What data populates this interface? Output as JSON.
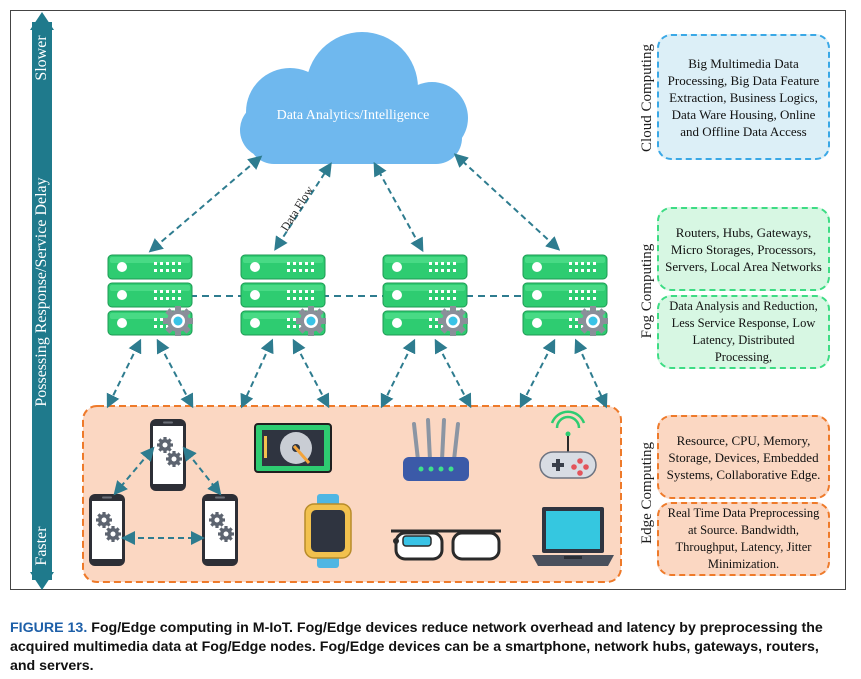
{
  "diagram": {
    "axis": {
      "top_label": "Slower",
      "middle_label": "Possessing Response/Service Delay",
      "bottom_label": "Faster"
    },
    "cloud": {
      "label": "Data Analytics/Intelligence"
    },
    "flow_label": "Data Flow",
    "tiers": {
      "cloud": {
        "label": "Cloud Computing",
        "boxes": [
          "Big Multimedia Data Processing, Big Data Feature Extraction, Business Logics, Data Ware Housing, Online and Offline Data Access"
        ]
      },
      "fog": {
        "label": "Fog Computing",
        "boxes": [
          "Routers, Hubs, Gateways, Micro Storages, Processors, Servers, Local Area Networks",
          "Data Analysis and Reduction, Less Service Response, Low Latency, Distributed Processing,"
        ]
      },
      "edge": {
        "label": "Edge Computing",
        "boxes": [
          "Resource, CPU, Memory, Storage, Devices, Embedded Systems, Collaborative Edge.",
          "Real Time Data Preprocessing at Source. Bandwidth, Throughput, Latency, Jitter Minimization."
        ]
      }
    },
    "colors": {
      "cloud": "#6fb8ee",
      "server": "#2ecc71",
      "arrow": "#2e7c8f",
      "edge_area": "#fbd7c2",
      "edge_border": "#ee7a2a"
    }
  },
  "caption": {
    "label": "FIGURE 13.",
    "text": "Fog/Edge computing in M-IoT. Fog/Edge devices reduce network overhead and latency by preprocessing the acquired multimedia data at Fog/Edge nodes. Fog/Edge devices can be a smartphone, network hubs, gateways, routers, and servers."
  }
}
